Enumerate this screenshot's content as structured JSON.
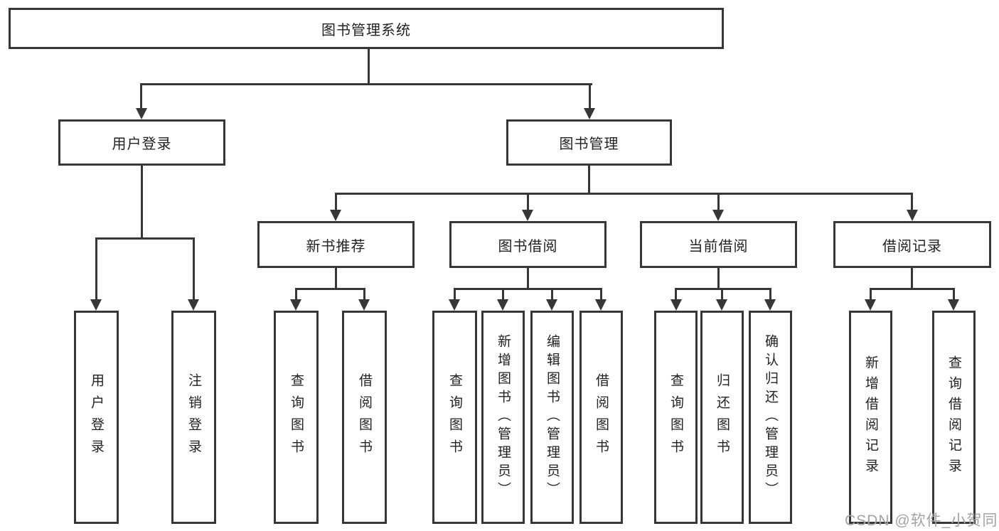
{
  "diagram_type": "hierarchy-structure-diagram",
  "colors": {
    "line": "#373737",
    "box_border": "#373737",
    "box_fill": "#ffffff",
    "text": "#222222",
    "watermark": "#a3a3a3"
  },
  "nodes": {
    "root": "图书管理系统",
    "l1": [
      "用户登录",
      "图书管理"
    ],
    "l2": [
      "新书推荐",
      "图书借阅",
      "当前借阅",
      "借阅记录"
    ],
    "leaves_user": [
      "用户登录",
      "注销登录"
    ],
    "leaves_recommend": [
      "查询图书",
      "借阅图书"
    ],
    "leaves_borrow": [
      "查询图书",
      "新增图书（管理员）",
      "编辑图书（管理员）",
      "借阅图书"
    ],
    "leaves_current": [
      "查询图书",
      "归还图书",
      "确认归还（管理员）"
    ],
    "leaves_records": [
      "新增借阅记录",
      "查询借阅记录"
    ]
  },
  "watermark": {
    "text": "CSDN @软件_小贺同学"
  }
}
